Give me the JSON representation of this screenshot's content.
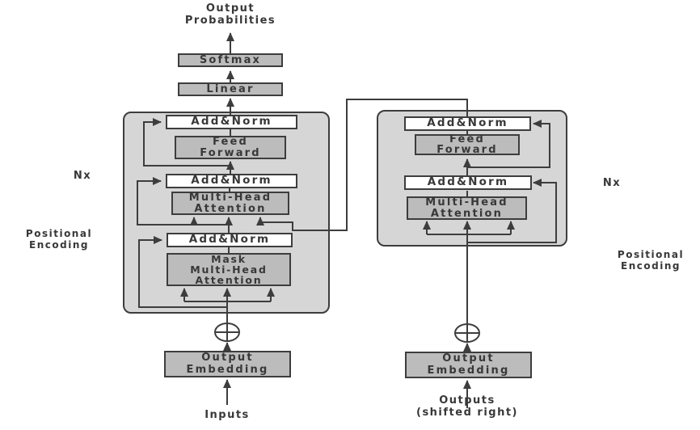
{
  "colors": {
    "block-fill": "#d6d6d6",
    "box-gray": "#bcbcbc",
    "box-white": "#ffffff",
    "stroke": "#3d3d3d",
    "text": "#383838",
    "bg": "#ffffff"
  },
  "top": {
    "output_probabilities": "Output\nProbabilities",
    "softmax": "Softmax",
    "linear": "Linear"
  },
  "decoder": {
    "add_norm_top": "Add&Norm",
    "feed_forward": "Feed\nForward",
    "add_norm_mid": "Add&Norm",
    "multi_head_attention": "Multi-Head\nAttention",
    "add_norm_bottom": "Add&Norm",
    "mask_multi_head_attention": "Mask\nMulti-Head\nAttention",
    "nx": "Nx",
    "positional_encoding": "Positional\nEncoding",
    "output_embedding": "Output\nEmbedding",
    "input_label": "Inputs"
  },
  "encoder": {
    "add_norm_top": "Add&Norm",
    "feed_forward": "Feed\nForward",
    "add_norm_mid": "Add&Norm",
    "multi_head_attention": "Multi-Head\nAttention",
    "nx": "Nx",
    "positional_encoding": "Positional\nEncoding",
    "output_embedding": "Output\nEmbedding",
    "input_label": "Outputs\n(shifted right)"
  }
}
